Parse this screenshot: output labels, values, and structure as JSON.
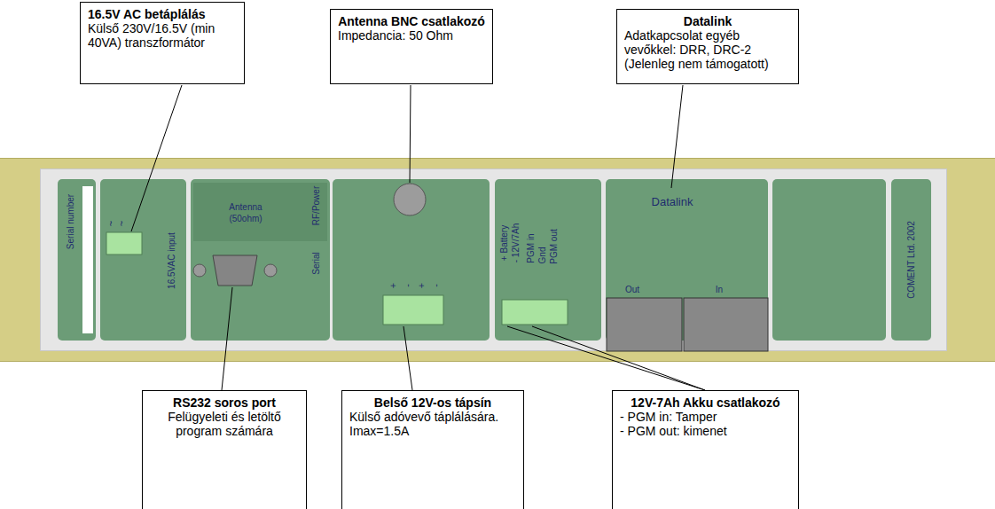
{
  "diagram": {
    "nodes": [
      {
        "text": [
          "16.5V AC betáplálás",
          "Külső 230V/16.5V (min 40VA) transzformátor"
        ]
      },
      {
        "text": [
          "Antenna BNC csatlakozó",
          "Impedancia: 50 Ohm"
        ]
      },
      {
        "text": [
          "Datalink",
          "Adatkapcsolat egyéb vevőkkel: DRR, DRC-2 (Jelenleg nem támogatott)"
        ]
      },
      {
        "text": [
          "Serial number"
        ]
      },
      {
        "text": [
          "~",
          "~",
          "16.5VAC input"
        ]
      },
      {
        "text": [
          "Antenna (50ohm)",
          "RF/Power",
          "Serial"
        ]
      },
      {
        "text": [
          "+",
          "-",
          "+",
          "-"
        ]
      },
      {
        "text": [
          "+ Battery",
          "- 12V/7Ah",
          "PGM in",
          "Gnd",
          "PGM out"
        ]
      },
      {
        "text": [
          "Datalink",
          "Out",
          "In"
        ]
      },
      {
        "text": [
          "COMENT Ltd. 2002"
        ]
      },
      {
        "text": [
          "RS232 soros port",
          "Felügyeleti és letöltő program számára"
        ]
      },
      {
        "text": [
          "Belső 12V-os tápsín",
          "Külső adóvevő táplálására. Imax=1.5A"
        ]
      },
      {
        "text": [
          "12V-7Ah Akku csatlakozó",
          "- PGM in: Tamper",
          "- PGM out: kimenet"
        ]
      }
    ]
  }
}
